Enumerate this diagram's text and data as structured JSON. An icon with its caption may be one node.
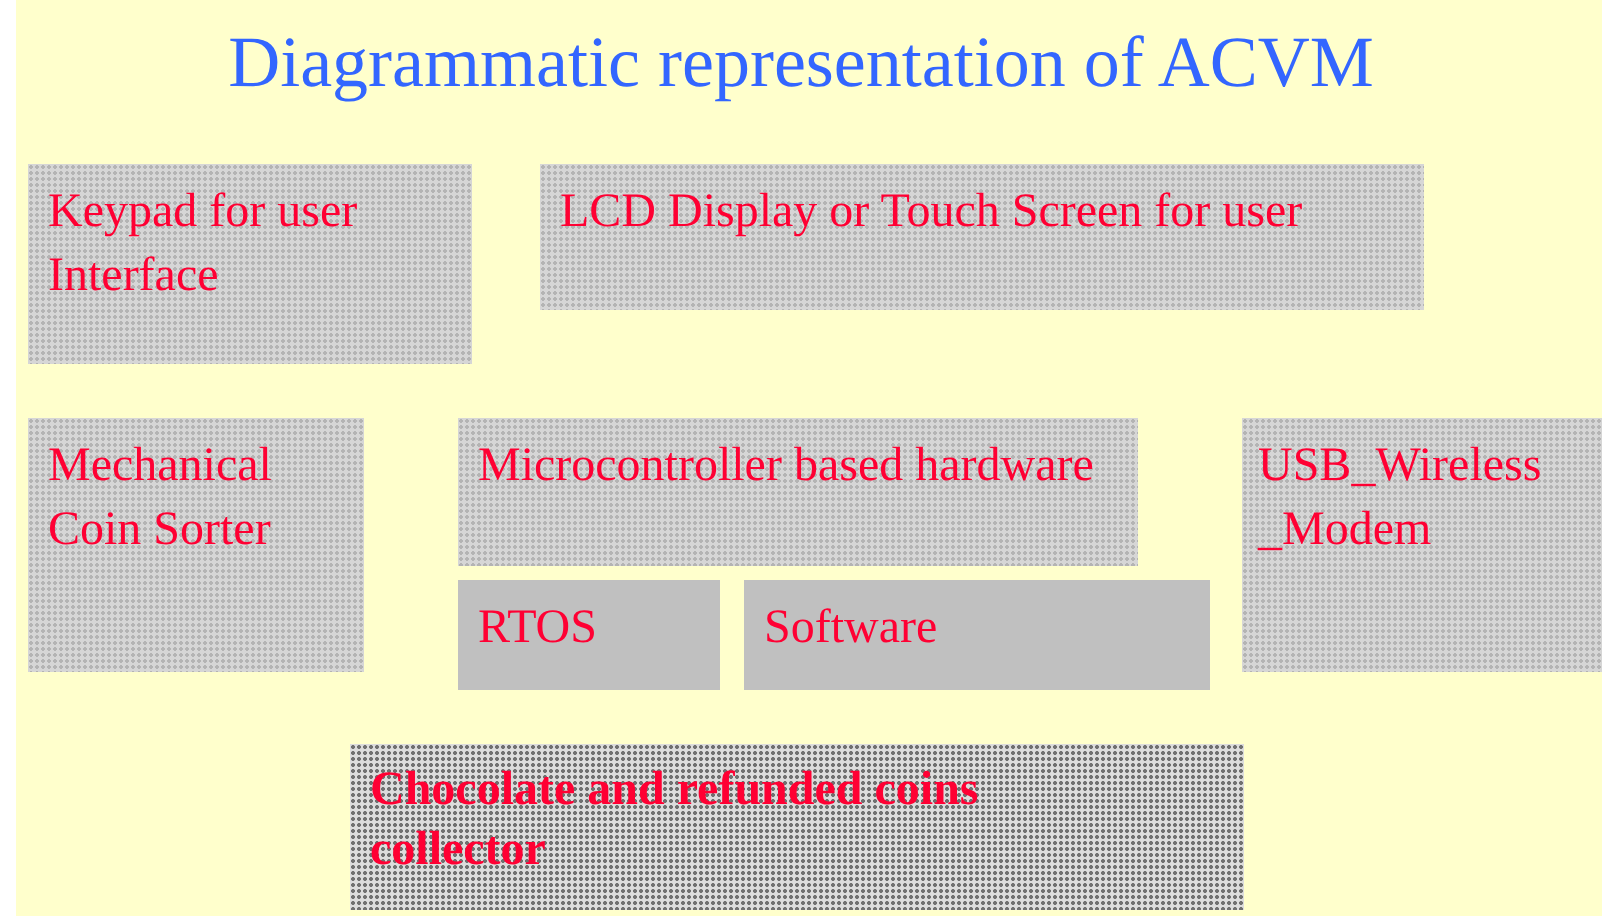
{
  "diagram": {
    "title": "Diagrammatic representation of ACVM",
    "nodes": [
      {
        "text": [
          "Keypad for user Interface"
        ]
      },
      {
        "text": [
          "LCD Display or Touch Screen for user"
        ]
      },
      {
        "text": [
          "Mechanical Coin Sorter"
        ]
      },
      {
        "text": [
          "Microcontroller based hardware"
        ]
      },
      {
        "text": [
          "USB_Wireless _Modem"
        ]
      },
      {
        "text": [
          "RTOS"
        ]
      },
      {
        "text": [
          "Software"
        ]
      },
      {
        "text": [
          "Chocolate and refunded coins collector"
        ]
      }
    ]
  }
}
